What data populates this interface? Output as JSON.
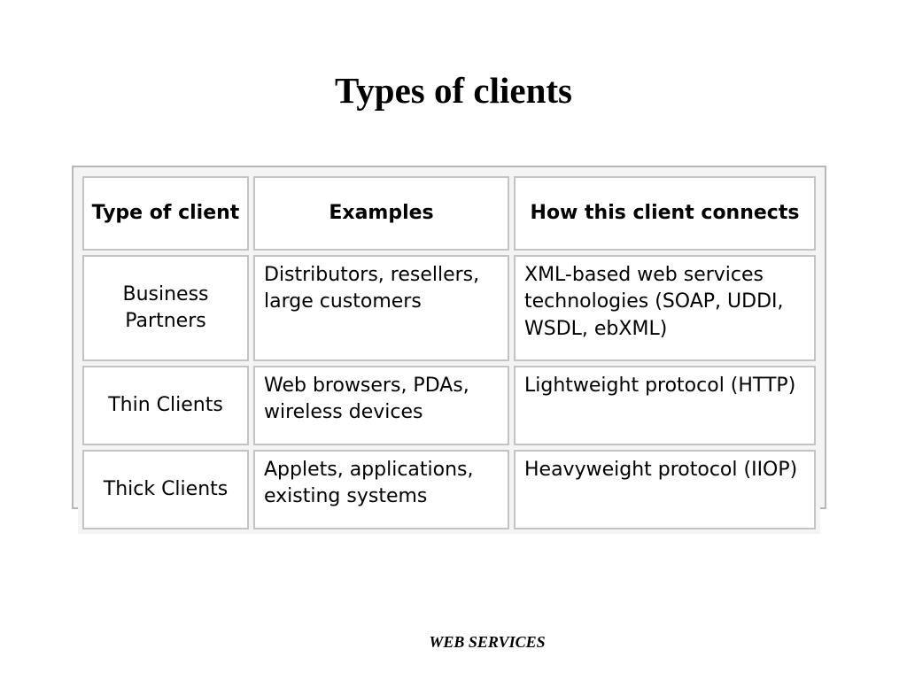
{
  "slide": {
    "title": "Types of clients",
    "footer": "WEB SERVICES"
  },
  "table": {
    "headers": [
      "Type of client",
      "Examples",
      "How this client connects"
    ],
    "rows": [
      {
        "type": "Business Partners",
        "examples": "Distributors, resellers, large customers",
        "connects": "XML-based web services technologies (SOAP, UDDI, WSDL, ebXML)"
      },
      {
        "type": "Thin Clients",
        "examples": "Web browsers, PDAs, wireless devices",
        "connects": "Lightweight protocol (HTTP)"
      },
      {
        "type": "Thick Clients",
        "examples": "Applets, applications, existing systems",
        "connects": "Heavyweight protocol (IIOP)"
      }
    ]
  }
}
